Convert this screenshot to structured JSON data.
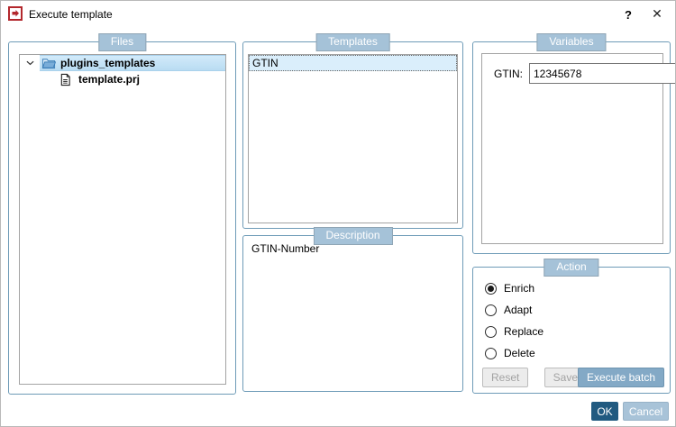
{
  "window": {
    "title": "Execute template",
    "help_glyph": "?",
    "close_glyph": "✕"
  },
  "colors": {
    "group_border": "#6e9bb7",
    "badge_bg": "#a5c2d8",
    "tree_selection_bg": "#bfdef3",
    "list_selection_bg": "#daeefb",
    "primary_button_bg": "#83a9c6",
    "ok_button_bg": "#215a80",
    "cancel_button_bg": "#a8c3d8",
    "app_icon_red": "#b3282d"
  },
  "files": {
    "label": "Files",
    "tree": [
      {
        "name": "plugins_templates",
        "type": "folder",
        "expanded": true,
        "selected": true
      },
      {
        "name": "template.prj",
        "type": "file",
        "selected": false
      }
    ]
  },
  "templates": {
    "label": "Templates",
    "items": [
      {
        "name": "GTIN",
        "selected": true
      }
    ]
  },
  "description": {
    "label": "Description",
    "text": "GTIN-Number"
  },
  "variables": {
    "label": "Variables",
    "fields": [
      {
        "label": "GTIN:",
        "value": "12345678"
      }
    ]
  },
  "action": {
    "label": "Action",
    "options": [
      {
        "label": "Enrich",
        "selected": true
      },
      {
        "label": "Adapt",
        "selected": false
      },
      {
        "label": "Replace",
        "selected": false
      },
      {
        "label": "Delete",
        "selected": false
      }
    ],
    "reset_label": "Reset",
    "save_label": "Save",
    "execute_batch_label": "Execute batch"
  },
  "footer": {
    "ok_label": "OK",
    "cancel_label": "Cancel"
  }
}
